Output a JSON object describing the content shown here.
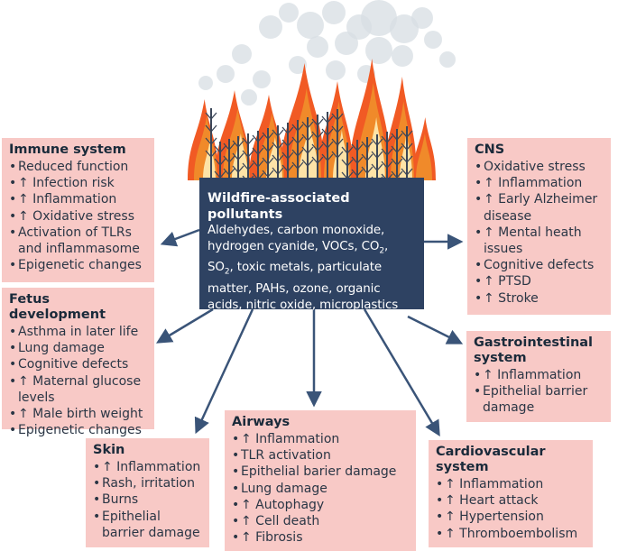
{
  "center": {
    "title": "Wildfire-associated pollutants",
    "lines": [
      "Aldehydes, carbon monoxide,",
      "hydrogen cyanide, VOCs, CO₂,",
      "SO₂, toxic metals, particulate",
      "matter, PAHs, ozone, organic",
      "acids, nitric oxide, microplastics"
    ]
  },
  "boxes": [
    {
      "id": "immune",
      "title": [
        "Immune system"
      ],
      "items": [
        "Reduced function",
        "↑ Infection risk",
        "↑ Inflammation",
        "↑ Oxidative stress",
        [
          "Activation of TLRs",
          "and inflammasome"
        ],
        "Epigenetic changes"
      ]
    },
    {
      "id": "fetus",
      "title": [
        "Fetus development"
      ],
      "items": [
        "Asthma in later life",
        "Lung damage",
        "Cognitive defects",
        [
          "↑ Maternal glucose",
          "levels"
        ],
        "↑ Male birth weight",
        "Epigenetic changes"
      ]
    },
    {
      "id": "skin",
      "title": [
        "Skin"
      ],
      "items": [
        "↑ Inflammation",
        "Rash, irritation",
        "Burns",
        [
          "Epithelial",
          "barrier damage"
        ]
      ]
    },
    {
      "id": "airways",
      "title": [
        "Airways"
      ],
      "items": [
        "↑ Inflammation",
        "TLR activation",
        "Epithelial barier damage",
        "Lung damage",
        "↑ Autophagy",
        "↑ Cell death",
        "↑ Fibrosis"
      ]
    },
    {
      "id": "cardio",
      "title": [
        "Cardiovascular",
        "system"
      ],
      "items": [
        "↑ Inflammation",
        "↑ Heart attack",
        "↑ Hypertension",
        "↑ Thromboembolism"
      ]
    },
    {
      "id": "gi",
      "title": [
        "Gastrointestinal",
        "system"
      ],
      "items": [
        "↑ Inflammation",
        [
          "Epithelial barrier",
          "damage"
        ]
      ]
    },
    {
      "id": "cns",
      "title": [
        "CNS"
      ],
      "items": [
        "Oxidative stress",
        "↑ Inflammation",
        [
          "↑ Early Alzheimer",
          "disease"
        ],
        [
          "↑ Mental heath",
          "issues"
        ],
        "Cognitive defects",
        "↑ PTSD",
        "↑ Stroke"
      ]
    }
  ],
  "colors": {
    "box": "#f8c9c6",
    "center": "#2e4262",
    "arrow": "#3a5478",
    "flame": "#f08a2a",
    "tree": "#3b4658",
    "smoke": "#d7dde3"
  }
}
